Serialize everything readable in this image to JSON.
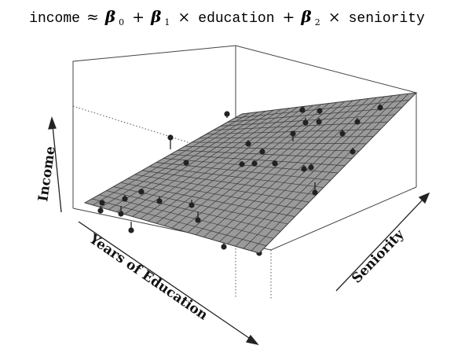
{
  "equation": {
    "lhs": "income",
    "approx": "≈",
    "beta0": "β",
    "sub0": "0",
    "plus": "+",
    "beta1": "β",
    "sub1": "1",
    "times": "×",
    "var1": "education",
    "beta2": "β",
    "sub2": "2",
    "var2": "seniority"
  },
  "axes": {
    "z_label": "Income",
    "x_label": "Years of Education",
    "y_label": "Seniority"
  },
  "colors": {
    "plane_fill": "#9a9a9a",
    "plane_grid": "#3a3a3a",
    "box_line": "#444444",
    "point": "#222222"
  }
}
